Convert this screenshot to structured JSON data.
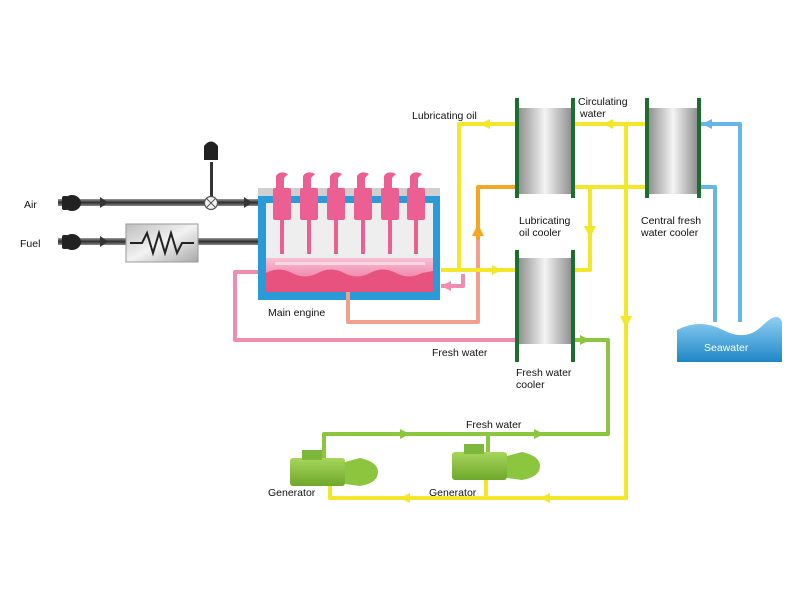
{
  "labels": {
    "air": "Air",
    "fuel": "Fuel",
    "main_engine": "Main engine",
    "lubricating_oil": "Lubricating oil",
    "circulating_water_1": "Circulating",
    "circulating_water_2": "water",
    "lube_cooler_1": "Lubricating",
    "lube_cooler_2": "oil cooler",
    "central_cooler_1": "Central fresh",
    "central_cooler_2": "water cooler",
    "fresh_water_main": "Fresh water",
    "fresh_cooler_1": "Fresh water",
    "fresh_cooler_2": "cooler",
    "seawater": "Seawater",
    "fresh_water_gen": "Fresh water",
    "generator_1": "Generator",
    "generator_2": "Generator"
  },
  "colors": {
    "air_line": "#4a4a4a",
    "pink_line": "#f08cb0",
    "salmon_line": "#f0a08c",
    "orange_line": "#f5a623",
    "yellow_line": "#f2e72a",
    "green_line": "#8cc63f",
    "blue_line": "#66b7e8",
    "seawater": "#2a9bd8",
    "engine_blue": "#2a9bd8",
    "piston_pink": "#ec5f92",
    "generator_green": "#8cc63f",
    "cooler_bar": "#1a6e2e"
  }
}
